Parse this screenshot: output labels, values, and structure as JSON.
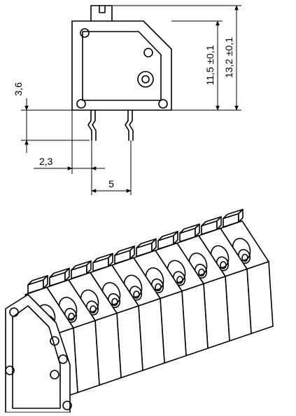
{
  "drawing": {
    "dimensions": {
      "pin_offset": "3,6",
      "pin_to_edge": "2,3",
      "pitch": "5",
      "body_height": "11,5 ±0,1",
      "total_height": "13,2 ±0,1"
    },
    "block": {
      "module_count": 10
    }
  }
}
